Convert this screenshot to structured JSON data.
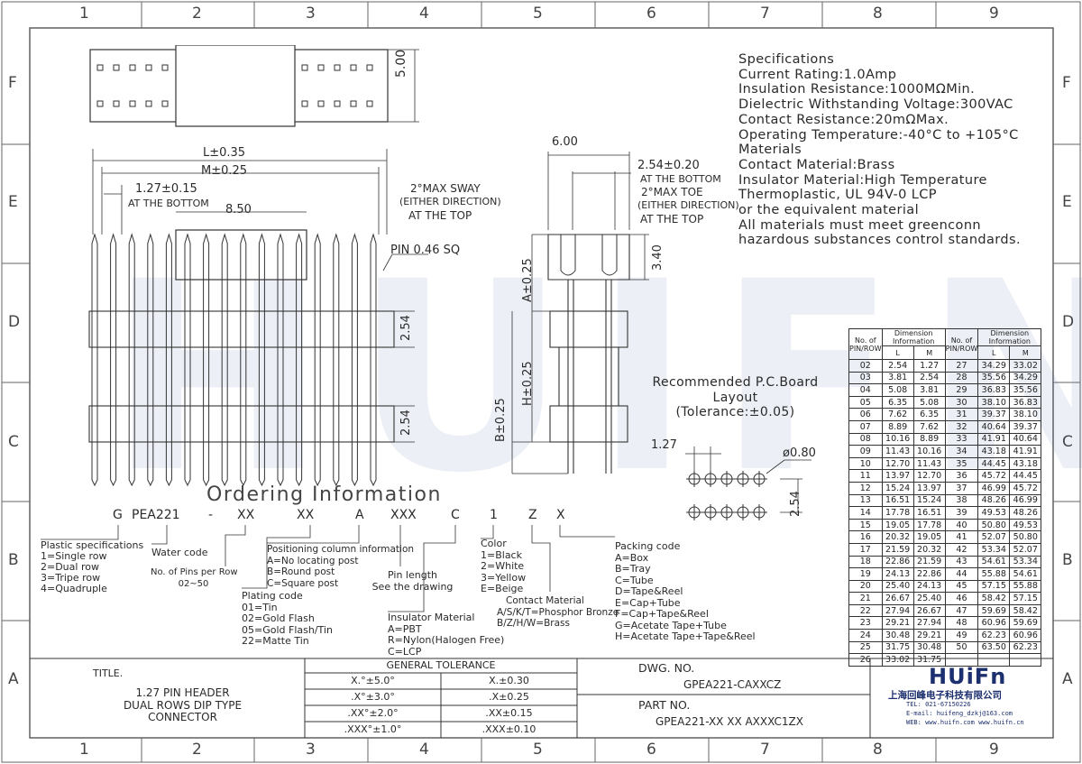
{
  "columns": [
    "1",
    "2",
    "3",
    "4",
    "5",
    "6",
    "7",
    "8",
    "9"
  ],
  "rows": [
    "F",
    "E",
    "D",
    "C",
    "B",
    "A"
  ],
  "watermark": "HUIFN",
  "specifications": {
    "lines": [
      "Specifications",
      "Current Rating:1.0Amp",
      "Insulation Resistance:1000MΩMin.",
      "Dielectric Withstanding Voltage:300VAC",
      "Contact Resistance:20mΩMax.",
      "Operating Temperature:-40°C to +105°C",
      "Materials",
      "Contact Material:Brass",
      "Insulator Material:High Temperature",
      "Thermoplastic, UL 94V-0 LCP",
      "or the equivalent material",
      "All materials must meet greenconn",
      "hazardous substances control standards."
    ]
  },
  "front_view": {
    "dim_L": "L±0.35",
    "dim_M": "M±0.25",
    "dim_127": "1.27±0.15",
    "at_bottom": "AT THE BOTTOM",
    "dim_850": "8.50",
    "sway": "2°MAX SWAY",
    "either": "(EITHER DIRECTION)",
    "at_top": "AT THE TOP",
    "pin_sq": "PIN 0.46 SQ",
    "dim_254a": "2.54",
    "dim_254b": "2.54"
  },
  "top_view": {
    "dim_500": "5.00"
  },
  "side_view": {
    "dim_600": "6.00",
    "dim_254": "2.54±0.20",
    "at_bottom": "AT THE BOTTOM",
    "toe": "2°MAX TOE",
    "either": "(EITHER DIRECTION)",
    "at_top": "AT THE TOP",
    "dim_340": "3.40",
    "dim_A": "A±0.25",
    "dim_H": "H±0.25",
    "dim_B": "B±0.25"
  },
  "pcb": {
    "title1": "Recommended P.C.Board",
    "title2": "Layout",
    "title3": "(Tolerance:±0.05)",
    "dim_127": "1.27",
    "dim_080": "ø0.80",
    "dim_254": "2.54"
  },
  "ordering": {
    "title": "Ordering Information",
    "codes": [
      "G",
      "PEA221",
      "-",
      "XX",
      "XX",
      "A",
      "XXX",
      "C",
      "1",
      "Z",
      "X"
    ],
    "plastic": [
      "Plastic specifications",
      "1=Single row",
      "2=Dual row",
      "3=Tripe row",
      "4=Quadruple"
    ],
    "water": "Water code",
    "pins": [
      "No. of Pins per Row",
      "02~50"
    ],
    "plating": [
      "Plating code",
      "01=Tin",
      "02=Gold Flash",
      "05=Gold Flash/Tin",
      "22=Matte Tin"
    ],
    "position": [
      "Positioning column information",
      "A=No locating post",
      "B=Round post",
      "C=Square post"
    ],
    "pinlen": [
      "Pin length",
      "See the drawing"
    ],
    "insulator": [
      "Insulator Material",
      "A=PBT",
      "R=Nylon(Halogen Free)",
      "C=LCP"
    ],
    "color": [
      "Color",
      "1=Black",
      "2=White",
      "3=Yellow",
      "E=Beige"
    ],
    "contact": [
      "Contact Material",
      "A/S/K/T=Phosphor Bronze",
      "B/Z/H/W=Brass"
    ],
    "packing": [
      "Packing code",
      "A=Box",
      "B=Tray",
      "C=Tube",
      "D=Tape&Reel",
      "E=Cap+Tube",
      "F=Cap+Tape&Reel",
      "G=Acetate Tape+Tube",
      "H=Acetate Tape+Tape&Reel"
    ]
  },
  "dimension_table": {
    "h_no": [
      "No. of",
      "PIN/ROW"
    ],
    "h_dim": "Dimension Information",
    "h_L": "L",
    "h_M": "M",
    "left": [
      [
        "02",
        "2.54",
        "1.27"
      ],
      [
        "03",
        "3.81",
        "2.54"
      ],
      [
        "04",
        "5.08",
        "3.81"
      ],
      [
        "05",
        "6.35",
        "5.08"
      ],
      [
        "06",
        "7.62",
        "6.35"
      ],
      [
        "07",
        "8.89",
        "7.62"
      ],
      [
        "08",
        "10.16",
        "8.89"
      ],
      [
        "09",
        "11.43",
        "10.16"
      ],
      [
        "10",
        "12.70",
        "11.43"
      ],
      [
        "11",
        "13.97",
        "12.70"
      ],
      [
        "12",
        "15.24",
        "13.97"
      ],
      [
        "13",
        "16.51",
        "15.24"
      ],
      [
        "14",
        "17.78",
        "16.51"
      ],
      [
        "15",
        "19.05",
        "17.78"
      ],
      [
        "16",
        "20.32",
        "19.05"
      ],
      [
        "17",
        "21.59",
        "20.32"
      ],
      [
        "18",
        "22.86",
        "21.59"
      ],
      [
        "19",
        "24.13",
        "22.86"
      ],
      [
        "20",
        "25.40",
        "24.13"
      ],
      [
        "21",
        "26.67",
        "25.40"
      ],
      [
        "22",
        "27.94",
        "26.67"
      ],
      [
        "23",
        "29.21",
        "27.94"
      ],
      [
        "24",
        "30.48",
        "29.21"
      ],
      [
        "25",
        "31.75",
        "30.48"
      ],
      [
        "26",
        "33.02",
        "31.75"
      ]
    ],
    "right": [
      [
        "27",
        "34.29",
        "33.02"
      ],
      [
        "28",
        "35.56",
        "34.29"
      ],
      [
        "29",
        "36.83",
        "35.56"
      ],
      [
        "30",
        "38.10",
        "36.83"
      ],
      [
        "31",
        "39.37",
        "38.10"
      ],
      [
        "32",
        "40.64",
        "39.37"
      ],
      [
        "33",
        "41.91",
        "40.64"
      ],
      [
        "34",
        "43.18",
        "41.91"
      ],
      [
        "35",
        "44.45",
        "43.18"
      ],
      [
        "36",
        "45.72",
        "44.45"
      ],
      [
        "37",
        "46.99",
        "45.72"
      ],
      [
        "38",
        "48.26",
        "46.99"
      ],
      [
        "39",
        "49.53",
        "48.26"
      ],
      [
        "40",
        "50.80",
        "49.53"
      ],
      [
        "41",
        "52.07",
        "50.80"
      ],
      [
        "42",
        "53.34",
        "52.07"
      ],
      [
        "43",
        "54.61",
        "53.34"
      ],
      [
        "44",
        "55.88",
        "54.61"
      ],
      [
        "45",
        "57.15",
        "55.88"
      ],
      [
        "46",
        "58.42",
        "57.15"
      ],
      [
        "47",
        "59.69",
        "58.42"
      ],
      [
        "48",
        "60.96",
        "59.69"
      ],
      [
        "49",
        "62.23",
        "60.96"
      ],
      [
        "50",
        "63.50",
        "62.23"
      ],
      [
        "",
        "",
        ""
      ]
    ]
  },
  "title_block": {
    "title_label": "TITLE.",
    "title_lines": [
      "1.27 PIN HEADER",
      "DUAL ROWS DIP TYPE",
      "CONNECTOR"
    ],
    "tol_header": "GENERAL TOLERANCE",
    "tol_rows": [
      [
        "X.°±5.0°",
        "X.±0.30"
      ],
      [
        ".X°±3.0°",
        ".X±0.25"
      ],
      [
        ".XX°±2.0°",
        ".XX±0.15"
      ],
      [
        ".XXX°±1.0°",
        ".XXX±0.10"
      ]
    ],
    "dwg_label": "DWG. NO.",
    "dwg_no": "GPEA221-CAXXCZ",
    "part_label": "PART NO.",
    "part_no": "GPEA221-XX XX AXXXC1ZX",
    "logo": "HUiFn",
    "company": "上海回峰电子科技有限公司",
    "tel": "TEL: 021-67150226",
    "email": "E-mail: huifeng_dzkj@163.com",
    "web": "WEB: www.huifn.com  www.huifn.cn"
  }
}
